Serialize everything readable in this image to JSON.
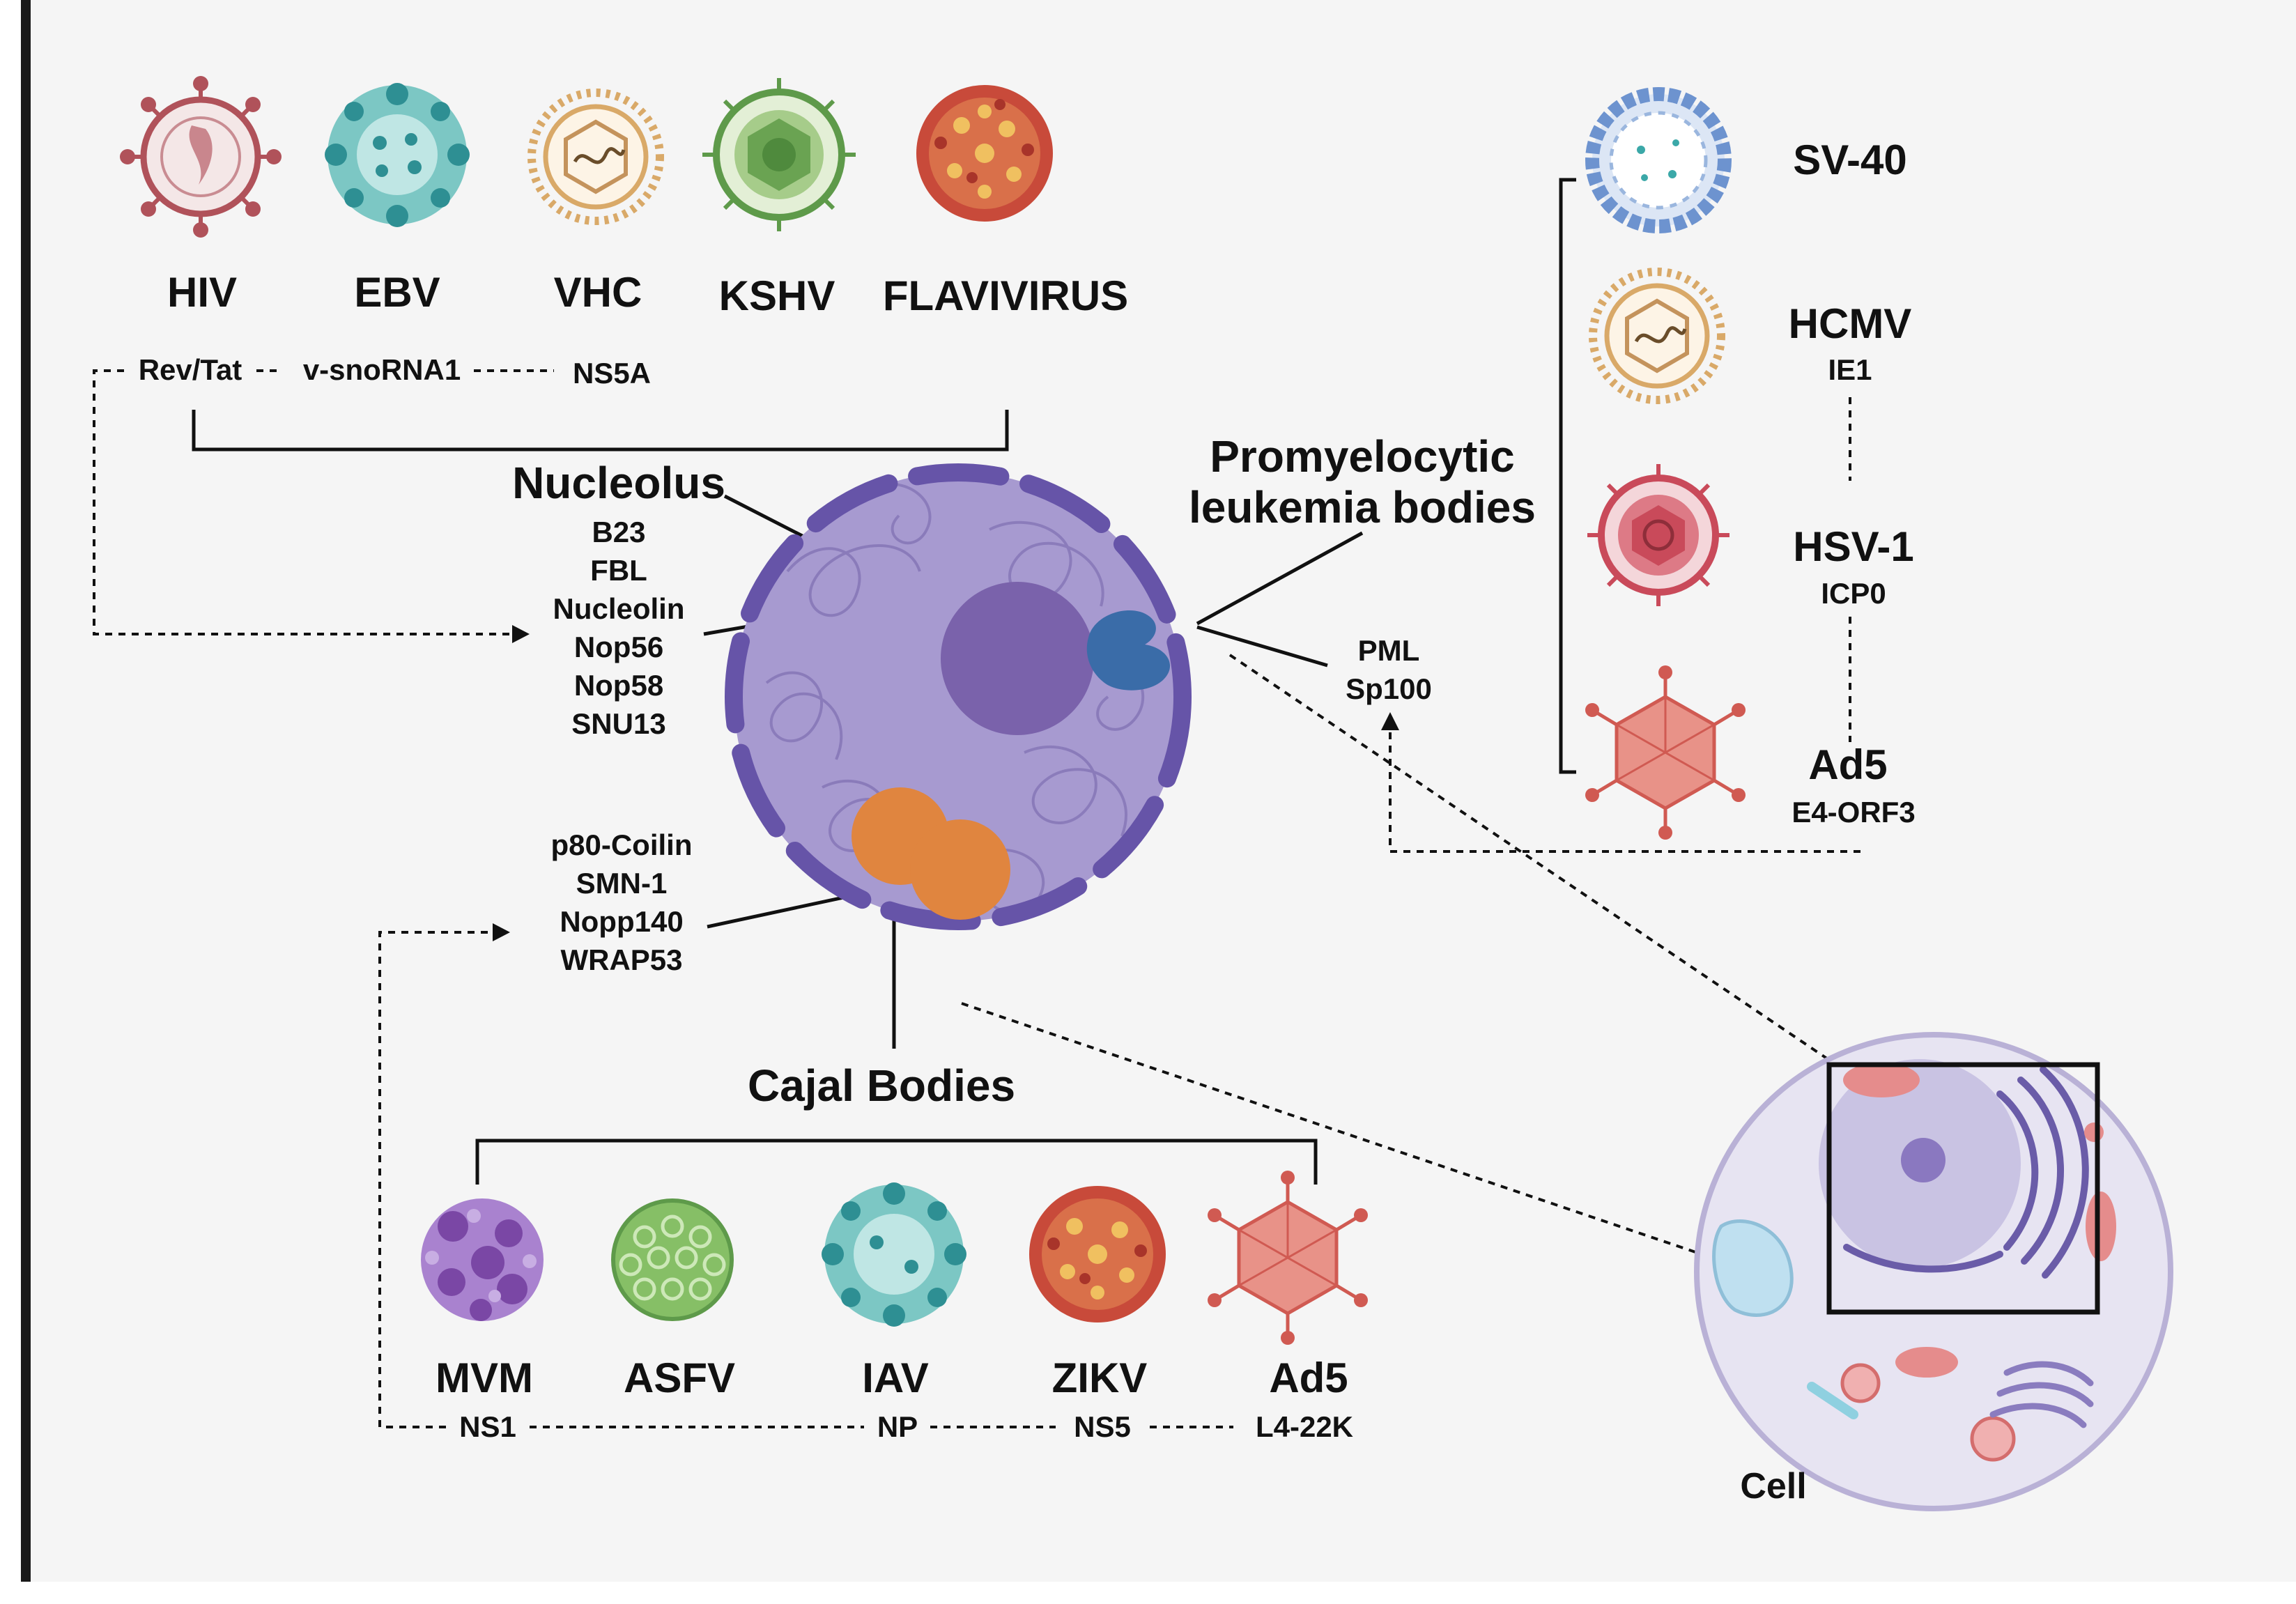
{
  "top_viruses": {
    "hiv": "HIV",
    "ebv": "EBV",
    "vhc": "VHC",
    "kshv": "KSHV",
    "flavivirus": "FLAVIVIRUS"
  },
  "top_proteins": {
    "rev_tat": "Rev/Tat",
    "v_snorna1": "v-snoRNA1",
    "ns5a": "NS5A"
  },
  "nucleolus": {
    "title": "Nucleolus",
    "proteins": [
      "B23",
      "FBL",
      "Nucleolin",
      "Nop56",
      "Nop58",
      "SNU13"
    ]
  },
  "pml": {
    "title_line1": "Promyelocytic",
    "title_line2": "leukemia bodies",
    "proteins": [
      "PML",
      "Sp100"
    ]
  },
  "cajal": {
    "title": "Cajal Bodies",
    "proteins": [
      "p80-Coilin",
      "SMN-1",
      "Nopp140",
      "WRAP53"
    ]
  },
  "right_viruses": [
    {
      "name": "SV-40",
      "protein": ""
    },
    {
      "name": "HCMV",
      "protein": "IE1"
    },
    {
      "name": "HSV-1",
      "protein": "ICP0"
    },
    {
      "name": "Ad5",
      "protein": "E4-ORF3"
    }
  ],
  "bottom_viruses": [
    {
      "name": "MVM",
      "protein": "NS1"
    },
    {
      "name": "ASFV",
      "protein": ""
    },
    {
      "name": "IAV",
      "protein": "NP"
    },
    {
      "name": "ZIKV",
      "protein": "NS5"
    },
    {
      "name": "Ad5",
      "protein": "L4-22K"
    }
  ],
  "cell_label": "Cell",
  "colors": {
    "background": "#f5f5f5",
    "nucleus_fill": "#a79ad0",
    "nucleus_rim": "#6654a8",
    "nucleolus": "#7a62ab",
    "pml_body": "#3a6ca8",
    "cajal_body": "#e0853f",
    "hiv": "#b0525a",
    "ebv": "#3ba8a8",
    "vhc": "#d9a968",
    "kshv": "#5e9a4a",
    "flavivirus": "#c84a3a",
    "sv40": "#6d93cf",
    "hsv1": "#c94a5a",
    "ad5": "#d05a52",
    "mvm": "#8e5bb5",
    "asfv": "#86bf66"
  }
}
